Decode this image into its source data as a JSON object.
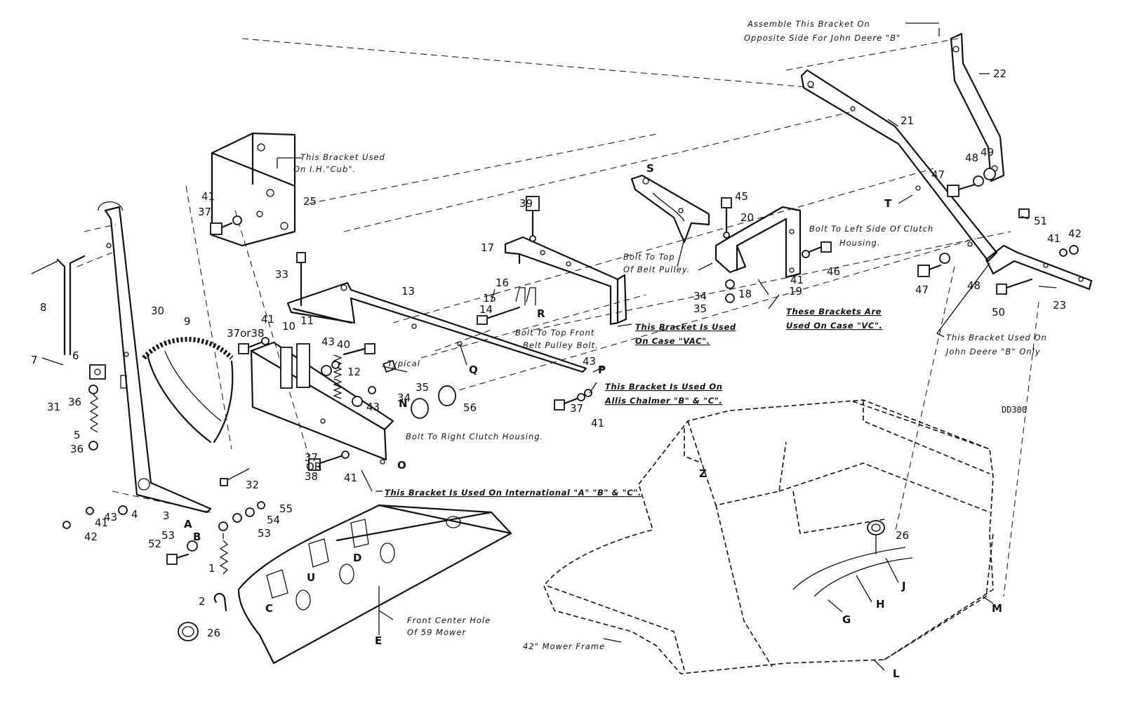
{
  "drawing_number": "DD300",
  "notes": {
    "assemble_bracket_line1": "Assemble This Bracket On",
    "assemble_bracket_line2": "Opposite Side For John Deere \"B\"",
    "ih_cub_line1": "This Bracket Used",
    "ih_cub_line2": "On I.H.\"Cub\".",
    "bolt_left_line1": "Bolt To Left Side Of Clutch",
    "bolt_left_line2": "Housing.",
    "bolt_top_line1": "Bolt To Top",
    "bolt_top_line2": "Of Belt Pulley.",
    "case_vac_line1": "This Bracket Is Used",
    "case_vac_line2": "On Case \"VAC\".",
    "case_vc_line1": "These Brackets Are",
    "case_vc_line2": "Used On Case \"VC\".",
    "john_deere_line1": "This Bracket Used On",
    "john_deere_line2": "John Deere \"B\" Only",
    "bolt_front_line1": "Bolt To Top Front",
    "bolt_front_line2": "Belt Pulley Bolt.",
    "typical": "Typical",
    "allis_line1": "This Bracket Is Used On",
    "allis_line2": "Allis Chalmer \"B\" & \"C\".",
    "right_clutch": "Bolt To Right Clutch Housing.",
    "international": "This Bracket Is Used On International \"A\" \"B\" & \"C\".",
    "front_center_line1": "Front Center Hole",
    "front_center_line2": "Of 59 Mower",
    "mower_frame": "42\" Mower Frame"
  },
  "callouts": {
    "c1": "1",
    "c2": "2",
    "c3": "3",
    "c4": "4",
    "c5": "5",
    "c6": "6",
    "c7": "7",
    "c8": "8",
    "c9": "9",
    "c10": "10",
    "c11": "11",
    "c12": "12",
    "c13": "13",
    "c14": "14",
    "c15": "15",
    "c16": "16",
    "c17": "17",
    "c18": "18",
    "c19": "19",
    "c20": "20",
    "c21": "21",
    "c22": "22",
    "c23": "23",
    "c25": "25",
    "c26a": "26",
    "c26b": "26",
    "c30": "30",
    "c31": "31",
    "c32": "32",
    "c33": "33",
    "c34a": "34",
    "c34b": "34",
    "c35a": "35",
    "c35b": "35",
    "c36a": "36",
    "c36b": "36",
    "c37a": "37",
    "c37b": "37",
    "c37c": "37",
    "c37or38a": "37or38",
    "c37or38_top": "37",
    "c37or38_or": "OR",
    "c37or38_bot": "38",
    "c39": "39",
    "c40": "40",
    "c41a": "41",
    "c41b": "41",
    "c41c": "41",
    "c41d": "41",
    "c41e": "41",
    "c41f": "41",
    "c41g": "41",
    "c42a": "42",
    "c42b": "42",
    "c43a": "43",
    "c43b": "43",
    "c43c": "43",
    "c43d": "43",
    "c45": "45",
    "c46": "46",
    "c47a": "47",
    "c47b": "47",
    "c48a": "48",
    "c48b": "48",
    "c49": "49",
    "c50": "50",
    "c51": "51",
    "c52": "52",
    "c53a": "53",
    "c53b": "53",
    "c54": "54",
    "c55": "55",
    "c56": "56"
  },
  "letters": {
    "A": "A",
    "B": "B",
    "C": "C",
    "D": "D",
    "E": "E",
    "G": "G",
    "H": "H",
    "J": "J",
    "L": "L",
    "M": "M",
    "N": "N",
    "O": "O",
    "P": "P",
    "Q": "Q",
    "R": "R",
    "S": "S",
    "T": "T",
    "U": "U",
    "Z": "Z"
  }
}
